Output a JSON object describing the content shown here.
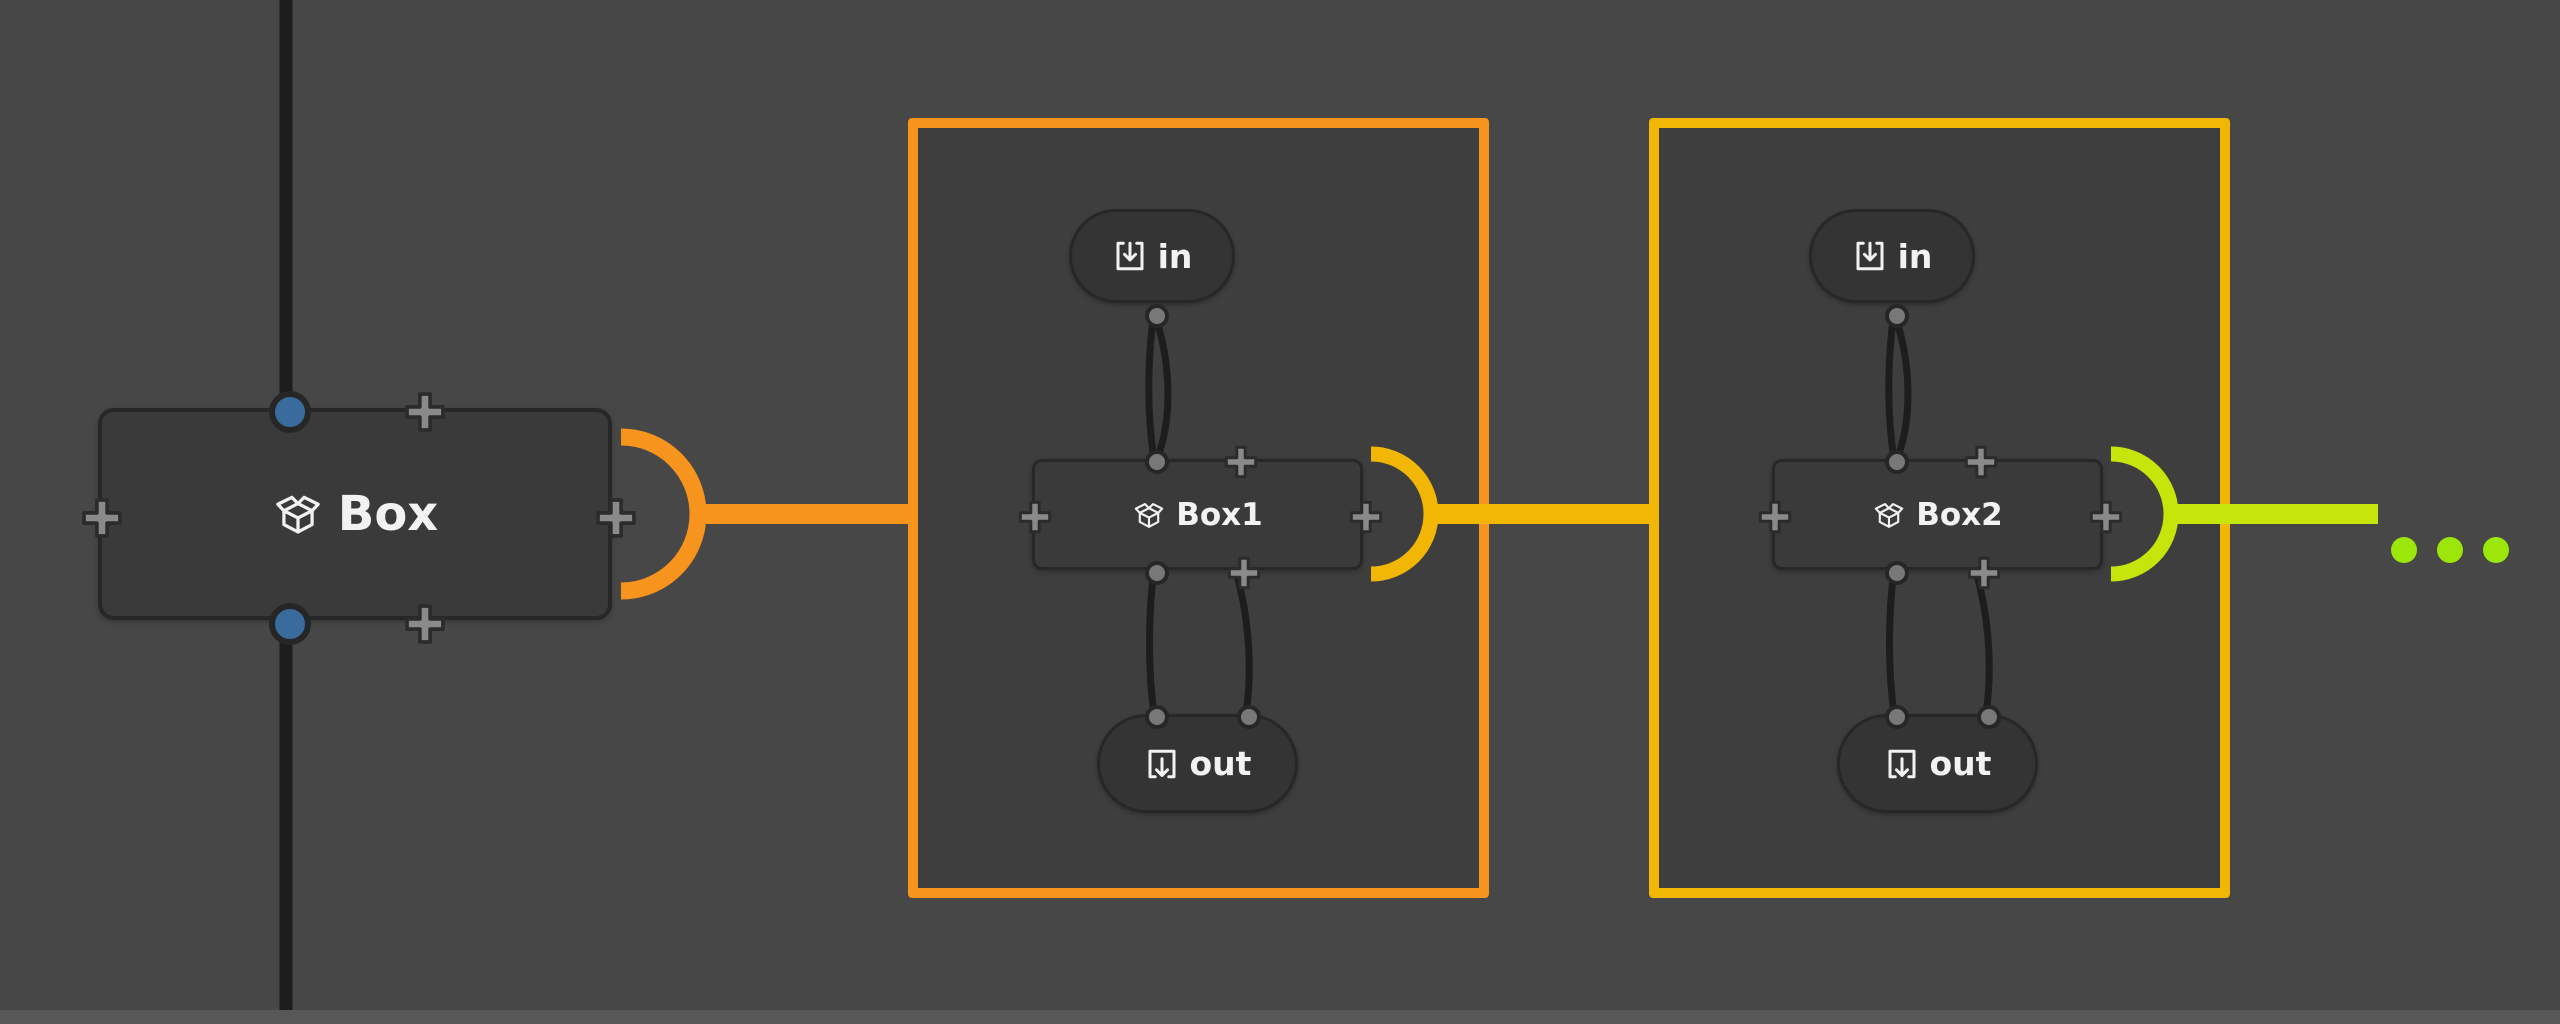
{
  "colors": {
    "bg": "#474747",
    "group-bg": "#3E3E3E",
    "node-fill": "#3A3A3A",
    "node-border": "#272727",
    "pill-fill": "#343434",
    "edge": "#1D1D1D",
    "label": "#F2F2F2",
    "stage1": "#F7941D",
    "stage2": "#F2B705",
    "stage3": "#C6E50A",
    "dots": "#9CE60A",
    "port-gray": "#787878",
    "port-ring": "#262626",
    "port-blue": "#3A6B9D",
    "plus-fill": "#8A8A8A",
    "plus-ring": "#2B2B2B",
    "scroll-track": "#575757"
  },
  "icons": {
    "box": "open-box-icon",
    "in": "import-tray-icon",
    "out": "export-tray-icon",
    "plus": "add-connector-icon",
    "continuation": "ellipsis-dots"
  },
  "nodes": {
    "box": {
      "label": "Box"
    },
    "group1": {
      "in": "in",
      "box": "Box1",
      "out": "out"
    },
    "group2": {
      "in": "in",
      "box": "Box2",
      "out": "out"
    }
  }
}
